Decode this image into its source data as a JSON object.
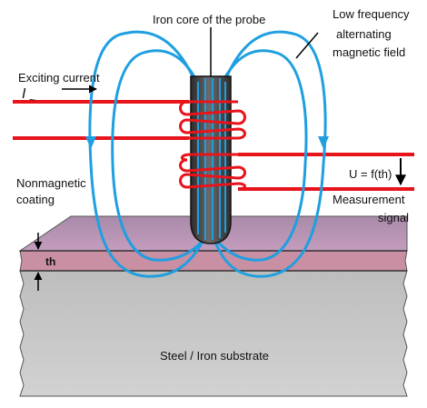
{
  "labels": {
    "iron_core": "Iron core of the probe",
    "low_freq_line1": "Low frequency",
    "low_freq_line2": "alternating",
    "low_freq_line3": "magnetic field",
    "exciting_current": "Exciting current",
    "current_symbol": "I",
    "current_sub": "~",
    "nonmagnetic_line1": "Nonmagnetic",
    "nonmagnetic_line2": "coating",
    "u_formula": "U = f(th)",
    "measurement_line1": "Measurement",
    "measurement_line2": "signal",
    "thickness": "th",
    "substrate": "Steel / Iron substrate"
  },
  "colors": {
    "field_lines": "#1f9fe0",
    "wires": "#e8141c",
    "core": "#4a4a4a",
    "coating_top": "#b48bb2",
    "coating_band": "#c98fa3",
    "substrate": "#c4c4c4"
  }
}
